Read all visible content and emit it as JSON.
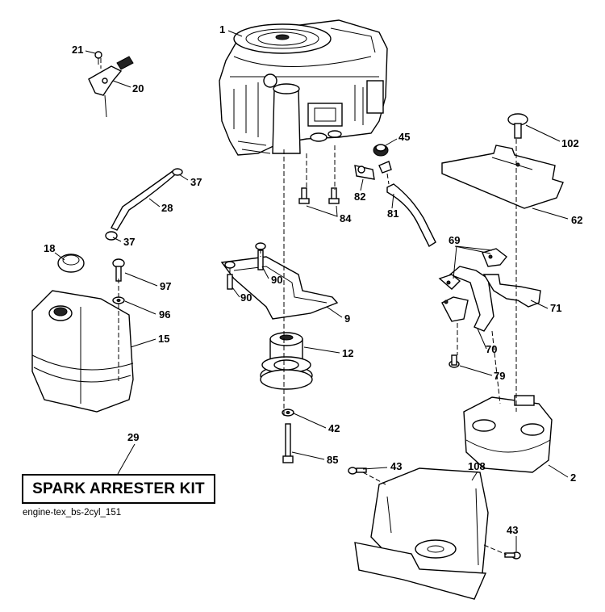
{
  "diagram": {
    "callouts": [
      {
        "id": "1",
        "label": "1"
      },
      {
        "id": "21",
        "label": "21"
      },
      {
        "id": "20",
        "label": "20"
      },
      {
        "id": "45",
        "label": "45"
      },
      {
        "id": "102",
        "label": "102"
      },
      {
        "id": "37a",
        "label": "37"
      },
      {
        "id": "28",
        "label": "28"
      },
      {
        "id": "37b",
        "label": "37"
      },
      {
        "id": "82",
        "label": "82"
      },
      {
        "id": "84",
        "label": "84"
      },
      {
        "id": "81",
        "label": "81"
      },
      {
        "id": "62",
        "label": "62"
      },
      {
        "id": "18",
        "label": "18"
      },
      {
        "id": "97",
        "label": "97"
      },
      {
        "id": "90a",
        "label": "90"
      },
      {
        "id": "90b",
        "label": "90"
      },
      {
        "id": "69",
        "label": "69"
      },
      {
        "id": "96",
        "label": "96"
      },
      {
        "id": "9",
        "label": "9"
      },
      {
        "id": "71",
        "label": "71"
      },
      {
        "id": "15",
        "label": "15"
      },
      {
        "id": "12",
        "label": "12"
      },
      {
        "id": "70",
        "label": "70"
      },
      {
        "id": "79",
        "label": "79"
      },
      {
        "id": "42",
        "label": "42"
      },
      {
        "id": "29",
        "label": "29"
      },
      {
        "id": "85",
        "label": "85"
      },
      {
        "id": "43a",
        "label": "43"
      },
      {
        "id": "108",
        "label": "108"
      },
      {
        "id": "2",
        "label": "2"
      },
      {
        "id": "43b",
        "label": "43"
      }
    ],
    "kit_label": "SPARK ARRESTER KIT",
    "file_label": "engine-tex_bs-2cyl_151"
  }
}
